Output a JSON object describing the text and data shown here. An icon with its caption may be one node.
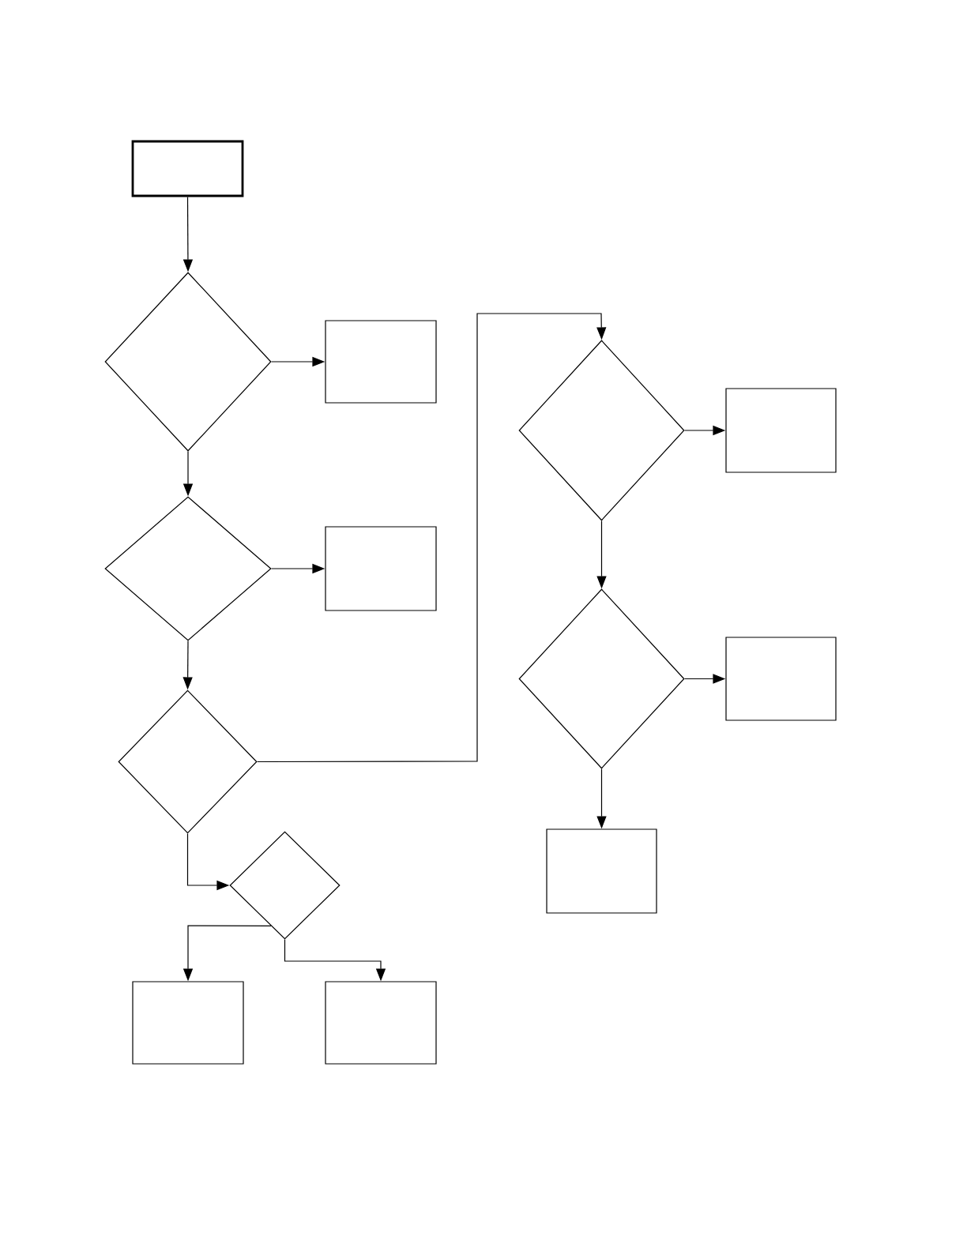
{
  "diagram": {
    "nodes": [
      {
        "text": [],
        "shape": "box"
      },
      {
        "text": [],
        "shape": "diamond"
      },
      {
        "text": [],
        "shape": "box"
      },
      {
        "text": [],
        "shape": "diamond"
      },
      {
        "text": [],
        "shape": "box"
      },
      {
        "text": [],
        "shape": "diamond"
      },
      {
        "text": [],
        "shape": "diamond"
      },
      {
        "text": [],
        "shape": "box"
      },
      {
        "text": [],
        "shape": "box"
      },
      {
        "text": [],
        "shape": "diamond"
      },
      {
        "text": [],
        "shape": "box"
      },
      {
        "text": [],
        "shape": "diamond"
      },
      {
        "text": [],
        "shape": "box"
      },
      {
        "text": [],
        "shape": "box"
      }
    ],
    "edges": [
      {
        "from": 0,
        "to": 1,
        "arrow": "to"
      },
      {
        "from": 1,
        "to": 2,
        "arrow": "to"
      },
      {
        "from": 1,
        "to": 3,
        "arrow": "to"
      },
      {
        "from": 3,
        "to": 4,
        "arrow": "to"
      },
      {
        "from": 3,
        "to": 5,
        "arrow": "to"
      },
      {
        "from": 5,
        "to": 9,
        "arrow": "to"
      },
      {
        "from": 5,
        "to": 6,
        "arrow": "to"
      },
      {
        "from": 6,
        "to": 7,
        "arrow": "to"
      },
      {
        "from": 6,
        "to": 8,
        "arrow": "to"
      },
      {
        "from": 9,
        "to": 10,
        "arrow": "to"
      },
      {
        "from": 9,
        "to": 11,
        "arrow": "to"
      },
      {
        "from": 11,
        "to": 12,
        "arrow": "to"
      },
      {
        "from": 11,
        "to": 13,
        "arrow": "to"
      }
    ]
  }
}
